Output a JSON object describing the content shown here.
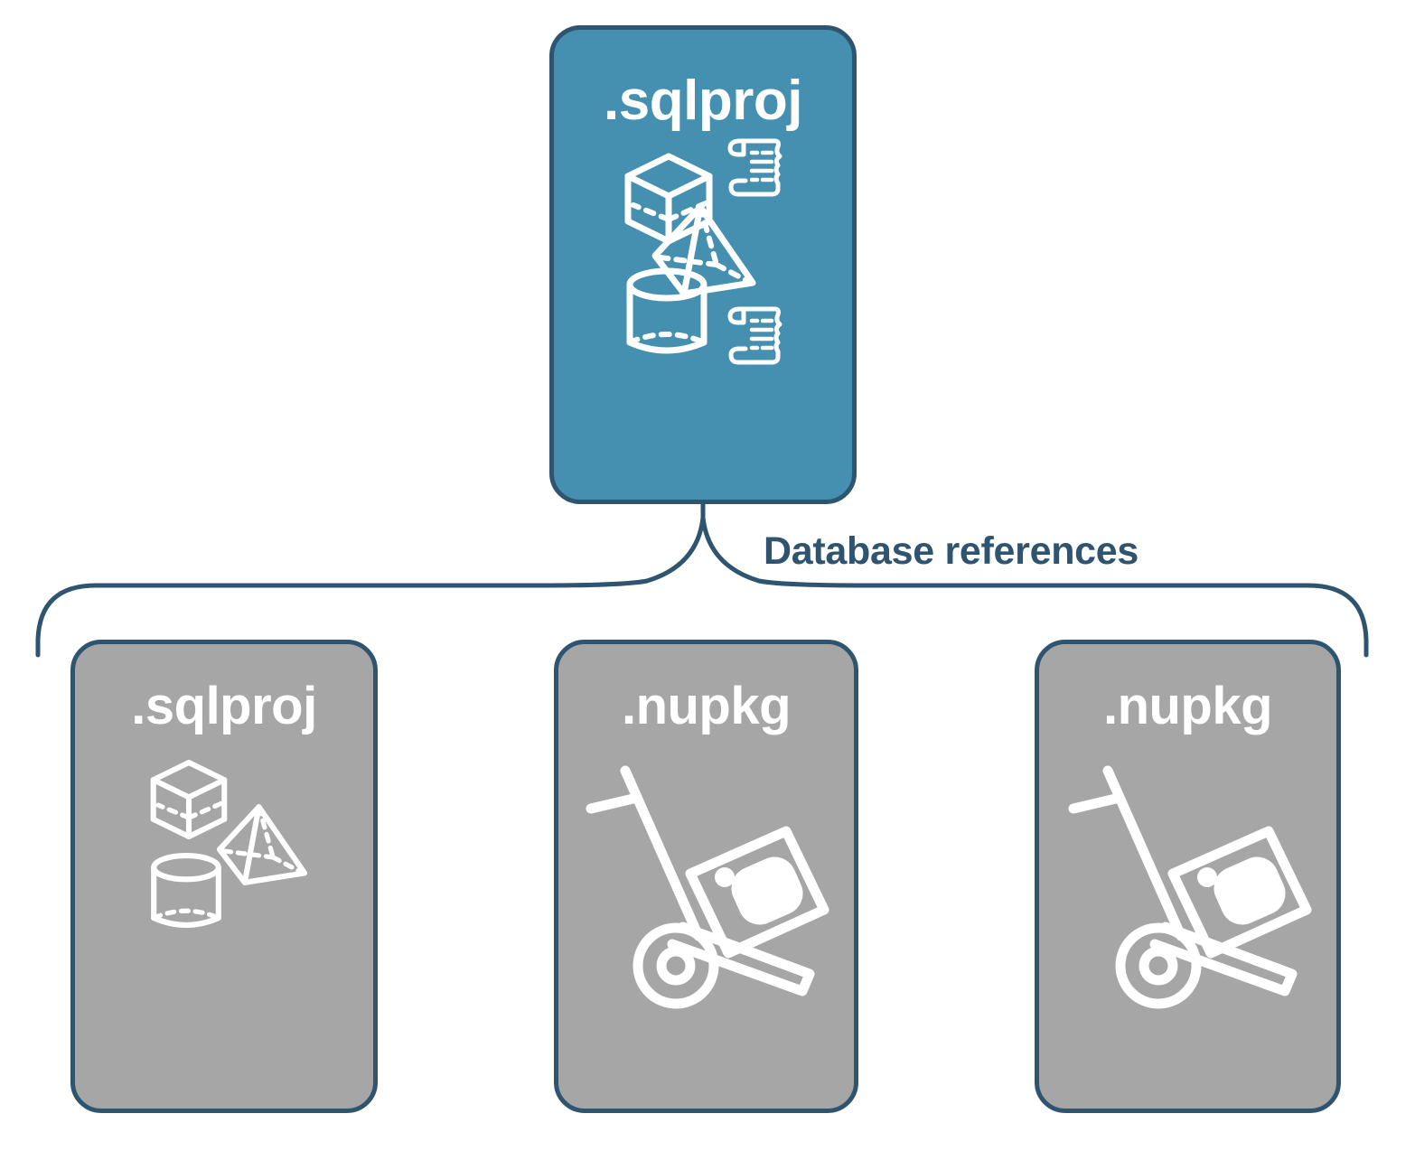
{
  "diagram": {
    "title": "Database references",
    "connector_label": "Database references",
    "colors": {
      "project_fill": "#4590b0",
      "reference_fill": "#a6a6a6",
      "stroke": "#2e5470",
      "icon": "#ffffff",
      "label_text": "#2e5470",
      "background": "#ffffff"
    }
  },
  "project_node": {
    "label": ".sqlproj",
    "kind": "sql-project",
    "icons": [
      "cube-icon",
      "script-scroll-icon",
      "pyramid-icon",
      "cylinder-icon",
      "script-scroll-icon"
    ]
  },
  "reference_nodes": [
    {
      "label": ".sqlproj",
      "kind": "sql-project",
      "icons": [
        "cube-icon",
        "pyramid-icon",
        "cylinder-icon"
      ]
    },
    {
      "label": ".nupkg",
      "kind": "nuget-package",
      "icons": [
        "nuget-package-dolly-icon"
      ]
    },
    {
      "label": ".nupkg",
      "kind": "nuget-package",
      "icons": [
        "nuget-package-dolly-icon"
      ]
    }
  ]
}
